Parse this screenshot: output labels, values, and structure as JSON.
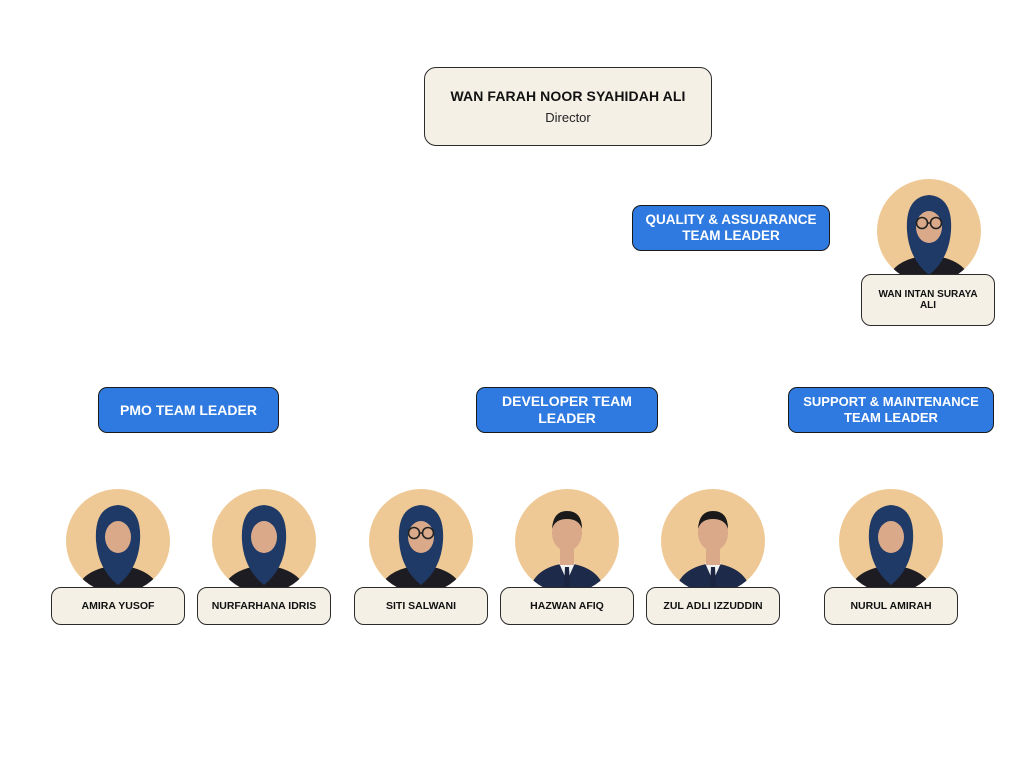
{
  "director": {
    "name": "WAN FARAH NOOR SYAHIDAH ALI",
    "role": "Director"
  },
  "roles": {
    "qa": "QUALITY & ASSUARANCE TEAM LEADER",
    "pmo": "PMO TEAM LEADER",
    "developer": "DEVELOPER TEAM LEADER",
    "support": "SUPPORT & MAINTENANCE TEAM LEADER"
  },
  "people": [
    {
      "name": "WAN INTAN SURAYA ALI",
      "type": "hijab-glasses"
    },
    {
      "name": "AMIRA YUSOF",
      "type": "hijab"
    },
    {
      "name": "NURFARHANA IDRIS",
      "type": "hijab"
    },
    {
      "name": "SITI SALWANI",
      "type": "hijab-glasses"
    },
    {
      "name": "HAZWAN AFIQ",
      "type": "man"
    },
    {
      "name": "ZUL ADLI IZZUDDIN",
      "type": "man"
    },
    {
      "name": "NURUL AMIRAH",
      "type": "hijab"
    }
  ],
  "colors": {
    "pill": "#2f7ae0",
    "tag": "#f4f0e6",
    "avatar_bg": "#efc995",
    "hijab": "#1f3a66",
    "suit": "#1e2a4a"
  }
}
